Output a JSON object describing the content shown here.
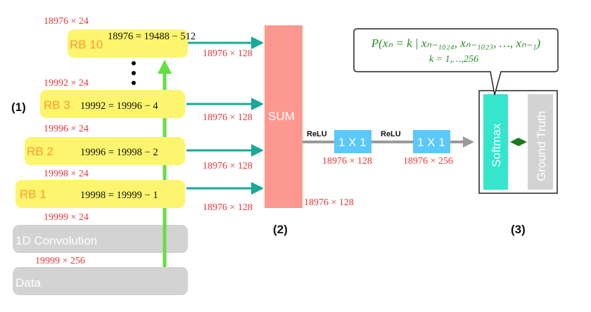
{
  "labels": {
    "part1": "(1)",
    "part2": "(2)",
    "part3": "(3)"
  },
  "blocks": {
    "rb10": {
      "name": "RB 10",
      "equation": "18976 = 19488 − 512",
      "input_dim": "18976 × 24",
      "skip_dim": "18976 × 128"
    },
    "rb3": {
      "name": "RB 3",
      "equation": "19992 = 19996 − 4",
      "input_dim": "19992 × 24",
      "skip_dim": "18976 × 128"
    },
    "rb2": {
      "name": "RB 2",
      "equation": "19996 = 19998 − 2",
      "input_dim": "19996 × 24",
      "skip_dim": "18976 × 128"
    },
    "rb1": {
      "name": "RB 1",
      "equation": "19998 = 19999 − 1",
      "input_dim": "19998 × 24",
      "skip_dim": "18976 × 128"
    },
    "conv": {
      "name": "1D Convolution",
      "output_dim": "19999 × 24"
    },
    "data": {
      "name": "Data",
      "output_dim": "19999 × 256"
    }
  },
  "sum": {
    "name": "SUM",
    "output_dim": "18976 × 128"
  },
  "head": {
    "relu1": "ReLU",
    "conv1": "1 X 1",
    "conv1_dim": "18976 × 128",
    "relu2": "ReLU",
    "conv2": "1 X 1",
    "conv2_dim": "18976 × 256"
  },
  "output": {
    "softmax": "Softmax",
    "ground_truth": "Ground Truth"
  },
  "callout": {
    "formula": "P(xₙ = k | xₙ₋₁₀₂₄, xₙ₋₁₀₂₃, …, xₙ₋₁)",
    "range": "k = 1,…,256"
  },
  "colors": {
    "rb": "#fdf56e",
    "sum": "#fd9890",
    "conv1x1": "#5ac8fa",
    "softmax": "#33e6cc",
    "gray": "#d3d3d3",
    "skip_arrow": "#1aa898",
    "residual_arrow": "#66dd44",
    "dim_text": "#e8373a"
  }
}
